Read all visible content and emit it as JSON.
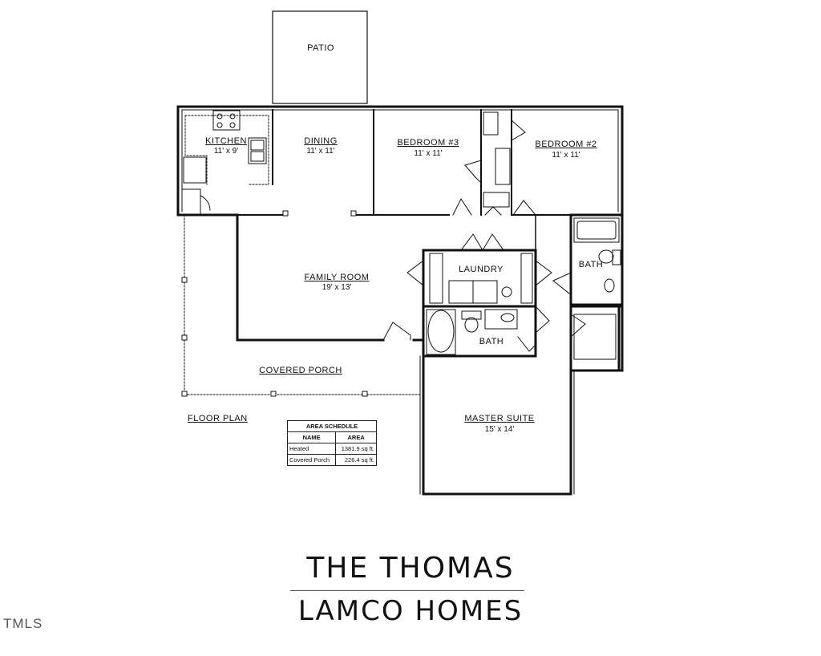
{
  "rooms": {
    "patio": "PATIO",
    "kitchen": "KITCHEN",
    "kitchen_dim": "11' x 9'",
    "dining": "DINING",
    "dining_dim": "11' x 11'",
    "bedroom3": "BEDROOM #3",
    "bedroom3_dim": "11' x 11'",
    "bedroom2": "BEDROOM #2",
    "bedroom2_dim": "11' x 11'",
    "laundry": "LAUNDRY",
    "bath_right": "BATH",
    "family_room": "FAMILY ROOM",
    "family_room_dim": "19' x 13'",
    "bath_center": "BATH",
    "covered_porch": "COVERED PORCH",
    "master_suite": "MASTER SUITE",
    "master_suite_dim": "15' x 14'"
  },
  "floor_plan_label": "FLOOR PLAN",
  "area_schedule": {
    "title": "AREA SCHEDULE",
    "col_name": "NAME",
    "col_area": "AREA",
    "rows": [
      {
        "name": "Heated",
        "area": "1381.9 sq ft."
      },
      {
        "name": "Covered Porch",
        "area": "226.4 sq ft."
      }
    ]
  },
  "title_line1": "THE THOMAS",
  "title_line2": "LAMCO HOMES",
  "watermark": "TMLS"
}
